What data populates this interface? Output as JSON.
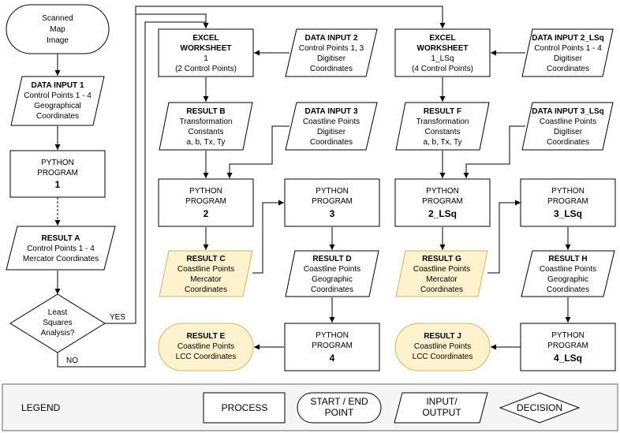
{
  "nodes": {
    "scanned": [
      "Scanned",
      "Map",
      "Image"
    ],
    "di1": [
      "DATA INPUT 1",
      "Control Points 1 - 4",
      "Geographical",
      "Coordinates"
    ],
    "pp1": [
      "PYTHON",
      "PROGRAM",
      "1"
    ],
    "ra": [
      "RESULT A",
      "Control Points 1 - 4",
      "Mercator Coordinates"
    ],
    "lsq": [
      "Least",
      "Squares",
      "Analysis?"
    ],
    "ew1": [
      "EXCEL",
      "WORKSHEET",
      "1",
      "(2 Control Points)"
    ],
    "di2": [
      "DATA INPUT 2",
      "Control Points 1, 3",
      "Digitiser",
      "Coordinates"
    ],
    "rb": [
      "RESULT B",
      "Transformation",
      "Constants",
      "a, b, Tx, Ty"
    ],
    "di3": [
      "DATA INPUT 3",
      "Coastline Points",
      "Digitiser",
      "Coordinates"
    ],
    "pp2": [
      "PYTHON",
      "PROGRAM",
      "2"
    ],
    "pp3": [
      "PYTHON",
      "PROGRAM",
      "3"
    ],
    "rc": [
      "RESULT C",
      "Coastline Points",
      "Mercator",
      "Coordinates"
    ],
    "rd": [
      "RESULT D",
      "Coastline Points",
      "Geographic",
      "Coordinates"
    ],
    "re": [
      "RESULT E",
      "Coastline Points",
      "LCC Coordinates"
    ],
    "pp4": [
      "PYTHON",
      "PROGRAM",
      "4"
    ],
    "ew1lsq": [
      "EXCEL",
      "WORKSHEET",
      "1_LSq",
      "(4 Control Points)"
    ],
    "di2lsq": [
      "DATA INPUT 2_LSq",
      "Control Points 1 - 4",
      "Digitiser",
      "Coordinates"
    ],
    "rf": [
      "RESULT F",
      "Transformation",
      "Constants",
      "a, b, Tx, Ty"
    ],
    "di3lsq": [
      "DATA INPUT 3_LSq",
      "Coastline Points",
      "Digitiser",
      "Coordinates"
    ],
    "pp2lsq": [
      "PYTHON",
      "PROGRAM",
      "2_LSq"
    ],
    "pp3lsq": [
      "PYTHON",
      "PROGRAM",
      "3_LSq"
    ],
    "rg": [
      "RESULT G",
      "Coastline Points",
      "Mercator",
      "Coordinates"
    ],
    "rh": [
      "RESULT H",
      "Coastline Points",
      "Geographic",
      "Coordinates"
    ],
    "rj": [
      "RESULT J",
      "Coastline Points",
      "LCC Coordinates"
    ],
    "pp4lsq": [
      "PYTHON",
      "PROGRAM",
      "4_LSq"
    ]
  },
  "edge_labels": {
    "yes": "YES",
    "no": "NO"
  },
  "legend": {
    "title": "LEGEND",
    "process": "PROCESS",
    "start_end": [
      "START / END",
      "POINT"
    ],
    "io": [
      "INPUT/",
      "OUTPUT"
    ],
    "decision": "DECISION"
  },
  "colors": {
    "highlight_fill": "#fff2cc",
    "highlight_stroke": "#d6b656",
    "legend_fill": "#f5f5f5"
  }
}
